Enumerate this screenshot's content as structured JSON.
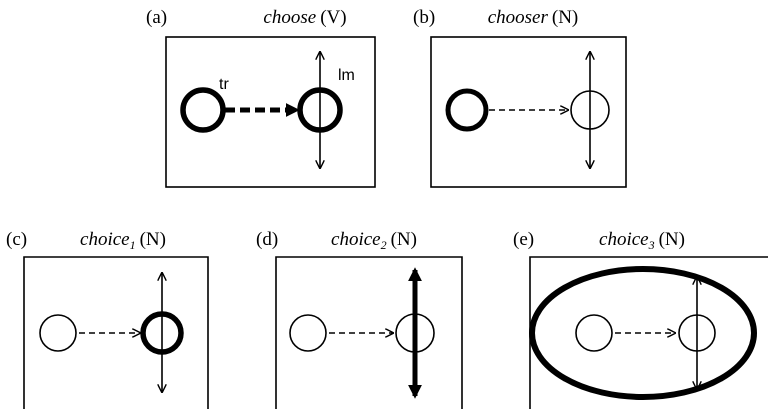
{
  "panels": [
    {
      "id": "a",
      "tag": "(a)",
      "word": "choose",
      "sub": "",
      "pos": "(V)",
      "trajector_label": "tr",
      "landmark_label": "lm"
    },
    {
      "id": "b",
      "tag": "(b)",
      "word": "chooser",
      "sub": "",
      "pos": "(N)"
    },
    {
      "id": "c",
      "tag": "(c)",
      "word": "choice",
      "sub": "1",
      "pos": "(N)"
    },
    {
      "id": "d",
      "tag": "(d)",
      "word": "choice",
      "sub": "2",
      "pos": "(N)"
    },
    {
      "id": "e",
      "tag": "(e)",
      "word": "choice",
      "sub": "3",
      "pos": "(N)"
    }
  ]
}
